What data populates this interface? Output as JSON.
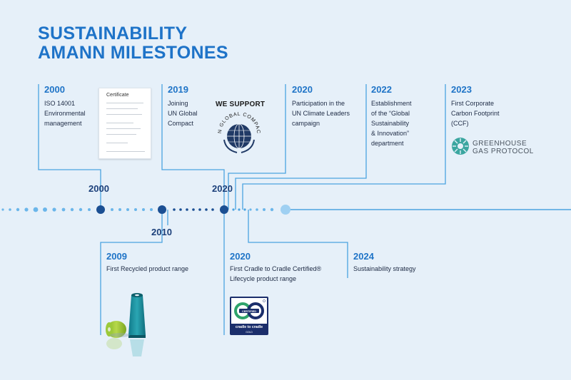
{
  "header": {
    "title_line1": "SUSTAINABILITY",
    "title_line2": "AMANN MILESTONES"
  },
  "milestones_top": [
    {
      "year": "2000",
      "lines": [
        "ISO 14001",
        "Environmental",
        "management"
      ]
    },
    {
      "year": "2019",
      "lines": [
        "Joining",
        "UN Global",
        "Compact"
      ]
    },
    {
      "year": "2020",
      "lines": [
        "Participation in the",
        "UN Climate Leaders",
        "campaign"
      ]
    },
    {
      "year": "2022",
      "lines": [
        "Establishment",
        "of the “Global",
        "Sustainability",
        "& Innovation”",
        "department"
      ]
    },
    {
      "year": "2023",
      "lines": [
        "First Corporate",
        "Carbon Footprint",
        "(CCF)"
      ]
    }
  ],
  "milestones_bottom": [
    {
      "year": "2009",
      "lines": [
        "First Recycled product range"
      ]
    },
    {
      "year": "2020",
      "lines": [
        "First Cradle to Cradle Certified®",
        "Lifecycle product range"
      ]
    },
    {
      "year": "2024",
      "lines": [
        "Sustainability strategy"
      ]
    }
  ],
  "axis": {
    "label_2000": "2000",
    "label_2010": "2010",
    "label_2020": "2020"
  },
  "logos": {
    "certificate_title": "Certificate",
    "un_we_support": "WE SUPPORT",
    "un_global_compact": "UN GLOBAL COMPACT",
    "ghg_line1": "GREENHOUSE",
    "ghg_line2": "GAS PROTOCOL",
    "c2c_certified": "CERTIFIED",
    "c2c_name": "cradle to cradle",
    "c2c_level": "GOLD"
  },
  "colors": {
    "background": "#e6f0f9",
    "accent": "#1f74c7",
    "dark_node": "#1b4f93",
    "line": "#4ba3e0",
    "dot": "#6bb6ea"
  },
  "icons": [
    "certificate-icon",
    "un-global-compact-logo",
    "greenhouse-gas-protocol-logo",
    "cradle-to-cradle-badge",
    "thread-spools-image"
  ]
}
